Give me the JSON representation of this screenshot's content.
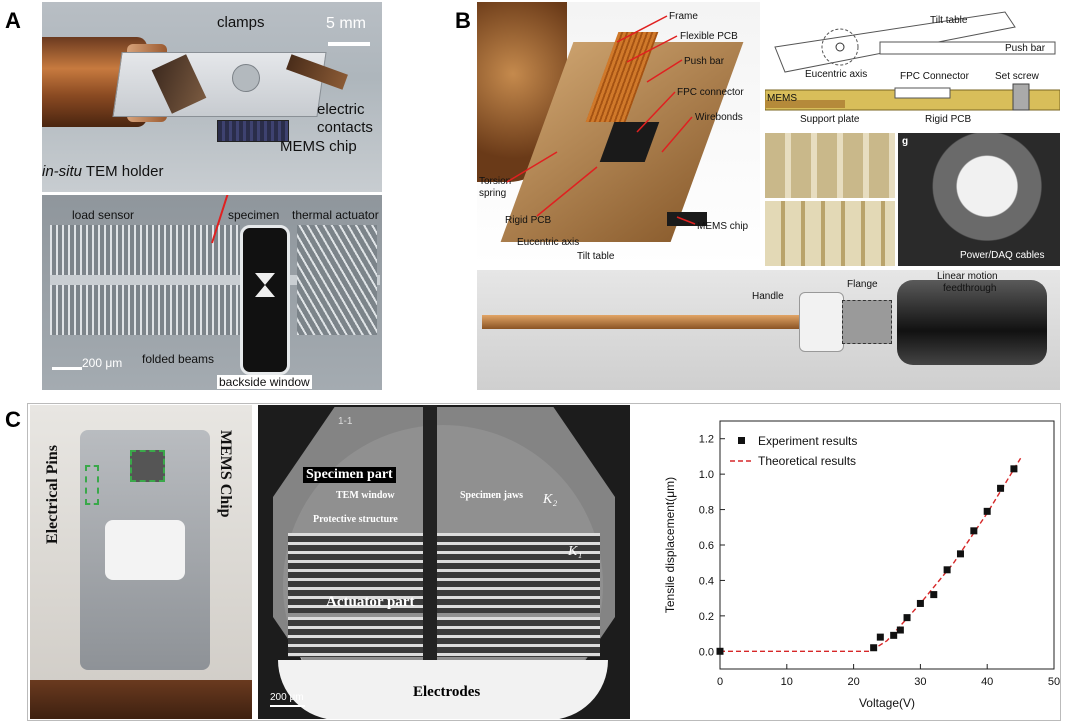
{
  "panels": {
    "a": {
      "letter": "A",
      "scale_top": "5 mm",
      "clamps": "clamps",
      "electric_contacts_1": "electric",
      "electric_contacts_2": "contacts",
      "holder_italic": "in-situ",
      "holder_rest": " TEM holder",
      "mems_chip": "MEMS chip",
      "load_sensor": "load sensor",
      "specimen": "specimen",
      "thermal_actuator": "thermal actuator",
      "scale_bottom": "200 μm",
      "folded_beams": "folded beams",
      "backside_window": "backside window"
    },
    "b": {
      "letter": "B",
      "frame": "Frame",
      "flexible_pcb": "Flexible PCB",
      "push_bar": "Push bar",
      "fpc_connector": "FPC connector",
      "wirebonds": "Wirebonds",
      "torsion_spring_1": "Torsion",
      "torsion_spring_2": "spring",
      "rigid_pcb": "Rigid PCB",
      "eucentric_axis": "Eucentric axis",
      "mems_chip": "MEMS chip",
      "tilt_table": "Tilt table",
      "diagram_tilt_table": "Tilt table",
      "diagram_push_bar": "Push bar",
      "diagram_eucentric_axis": "Eucentric axis",
      "diagram_fpc_connector": "FPC Connector",
      "diagram_set_screw": "Set screw",
      "diagram_mems": "MEMS",
      "diagram_support_plate": "Support plate",
      "diagram_rigid_pcb": "Rigid PCB",
      "photo_letter_g": "g",
      "power_daq": "Power/DAQ cables",
      "handle": "Handle",
      "flange": "Flange",
      "linear_motion_1": "Linear motion",
      "linear_motion_2": "feedthrough"
    },
    "c": {
      "letter": "C",
      "electrical_pins": "Electrical Pins",
      "mems_chip": "MEMS Chip",
      "sem_tag": "1-1",
      "specimen_part": "Specimen part",
      "tem_window": "TEM window",
      "specimen_jaws": "Specimen jaws",
      "k2": "K₂",
      "protective_structure": "Protective structure",
      "k1": "K₁",
      "actuator_part": "Actuator part",
      "scale": "200 μm",
      "electrodes": "Electrodes"
    }
  },
  "chart_data": {
    "type": "scatter",
    "xlabel": "Voltage(V)",
    "ylabel": "Tensile displacement(μm)",
    "xlim": [
      0,
      50
    ],
    "ylim": [
      -0.1,
      1.3
    ],
    "x_ticks": [
      "0",
      "10",
      "20",
      "30",
      "40",
      "50"
    ],
    "y_ticks": [
      "0.0",
      "0.2",
      "0.4",
      "0.6",
      "0.8",
      "1.0",
      "1.2"
    ],
    "legend_position": "top-left",
    "series": [
      {
        "name": "Experiment results",
        "style": "black square markers",
        "color": "#111111",
        "x": [
          0,
          23,
          24,
          26,
          27,
          28,
          30,
          32,
          34,
          36,
          38,
          40,
          42,
          44
        ],
        "y": [
          0,
          0.02,
          0.08,
          0.09,
          0.12,
          0.19,
          0.27,
          0.32,
          0.46,
          0.55,
          0.68,
          0.79,
          0.92,
          1.03
        ]
      },
      {
        "name": "Theoretical results",
        "style": "red dashed line",
        "color": "#d62728",
        "x": [
          0,
          22.5,
          25,
          30,
          35,
          40,
          45
        ],
        "y": [
          0,
          0,
          0.06,
          0.27,
          0.5,
          0.78,
          1.09
        ]
      }
    ]
  }
}
